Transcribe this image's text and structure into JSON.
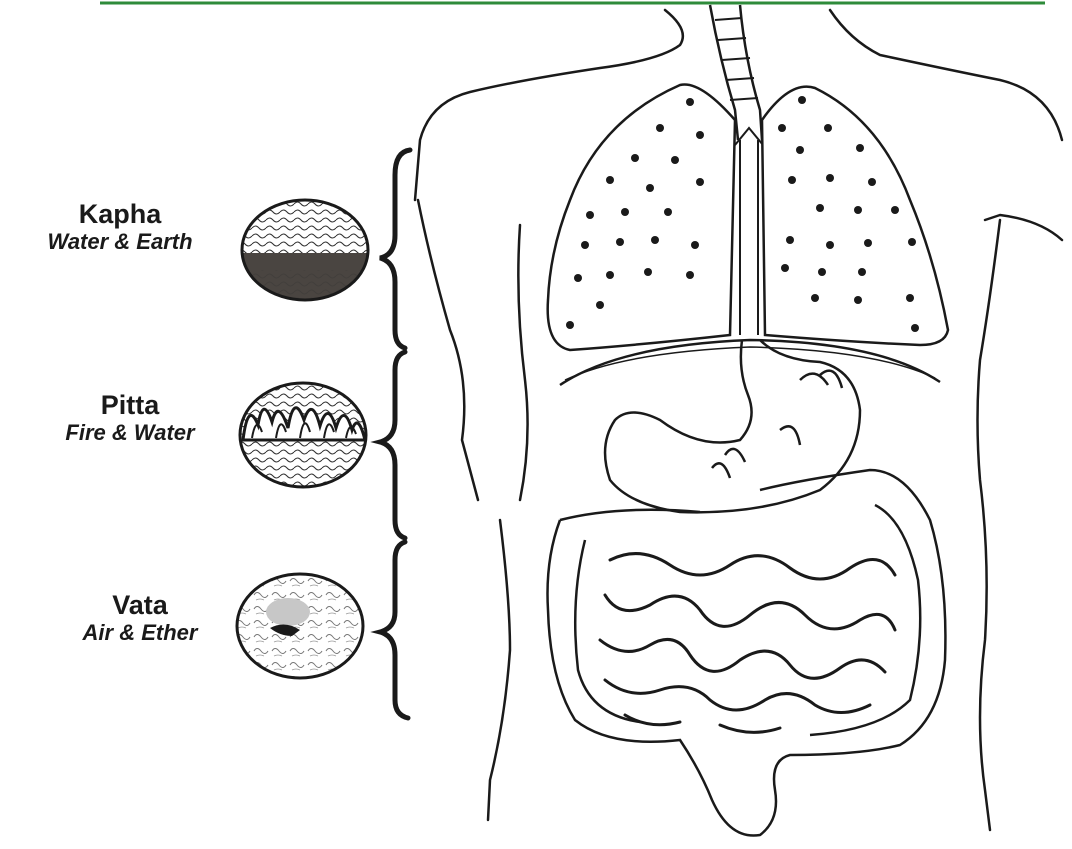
{
  "colors": {
    "header_line": "#2e8b3a",
    "ink": "#1a1a1a",
    "background": "#ffffff"
  },
  "doshas": [
    {
      "name": "Kapha",
      "elements": "Water & Earth",
      "icon": "kapha-circle-icon"
    },
    {
      "name": "Pitta",
      "elements": "Fire & Water",
      "icon": "pitta-circle-icon"
    },
    {
      "name": "Vata",
      "elements": "Air & Ether",
      "icon": "vata-circle-icon"
    }
  ]
}
